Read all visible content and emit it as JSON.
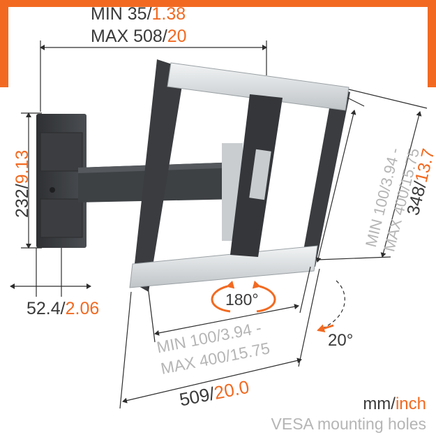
{
  "colors": {
    "accent": "#f26a21",
    "mount_dark": "#3b3d40",
    "rail_silver": "#d8dcde",
    "dimension_text": "#3a3a3a",
    "vesa_text": "#b5b5b5"
  },
  "dimensions": {
    "width_range": {
      "min_mm": "MIN 35/",
      "min_inch": "1.38",
      "max_mm": "MAX 508/",
      "max_inch": "20"
    },
    "height": {
      "mm": "232/",
      "inch": "9.13"
    },
    "wall_depth": {
      "mm": "52.4/",
      "inch": "2.06"
    },
    "vesa_vertical": {
      "line1": "MIN 100/3.94 -",
      "line2": "MAX 400/15.75"
    },
    "plate_height": {
      "mm": "348/",
      "inch": "13.7"
    },
    "vesa_horizontal": {
      "line1": "MIN 100/3.94 -",
      "line2": "MAX 400/15.75"
    },
    "plate_width": {
      "mm": "509/",
      "inch": "20.0"
    }
  },
  "rotation": {
    "swivel": "180°",
    "tilt": "20°"
  },
  "legend": {
    "unit_mm": "mm/",
    "unit_inch": "inch",
    "vesa_caption": "VESA mounting holes"
  }
}
